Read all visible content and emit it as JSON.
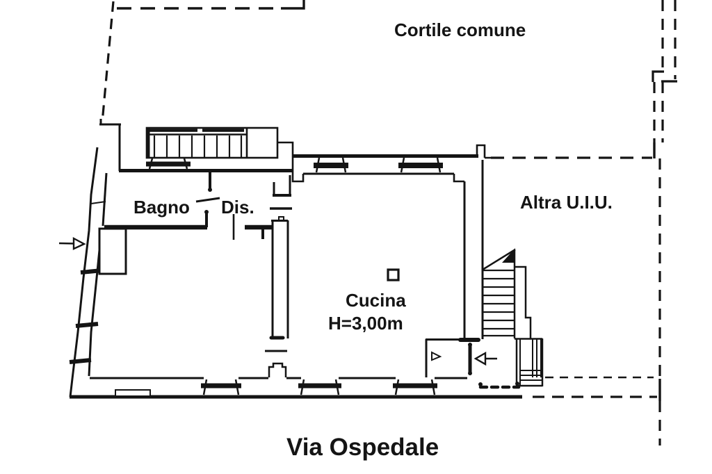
{
  "labels": {
    "courtyard": "Cortile comune",
    "other_unit": "Altra U.I.U.",
    "bathroom": "Bagno",
    "hall": "Dis.",
    "kitchen": "Cucina",
    "kitchen_height": "H=3,00m",
    "street": "Via Ospedale"
  },
  "colors": {
    "ink": "#141414",
    "paper": "#ffffff"
  }
}
